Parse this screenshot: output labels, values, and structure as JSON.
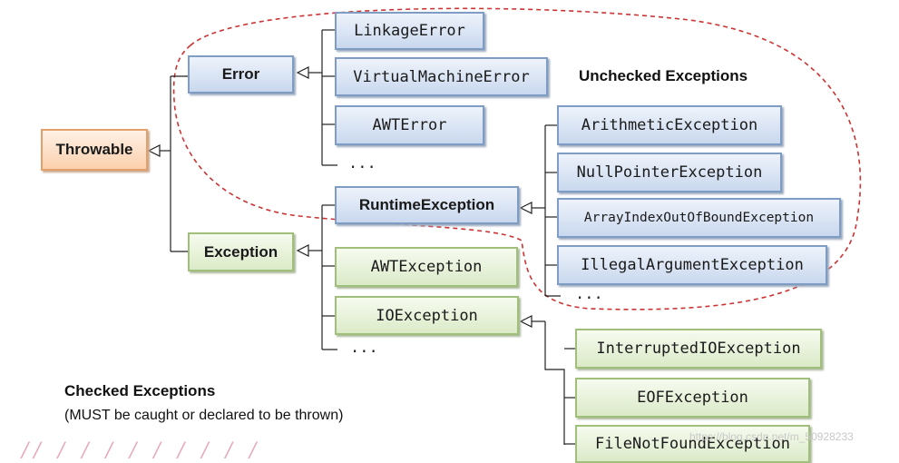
{
  "nodes": {
    "throwable": "Throwable",
    "error": "Error",
    "exception": "Exception",
    "linkage_error": "LinkageError",
    "virtual_machine_error": "VirtualMachineError",
    "awt_error": "AWTError",
    "runtime_exception": "RuntimeException",
    "awt_exception": "AWTException",
    "io_exception": "IOException",
    "arithmetic_exception": "ArithmeticException",
    "null_pointer_exception": "NullPointerException",
    "array_index_exception": "ArrayIndexOutOfBoundException",
    "illegal_argument_exception": "IllegalArgumentException",
    "interrupted_io_exception": "InterruptedIOException",
    "eof_exception": "EOFException",
    "file_not_found_exception": "FileNotFoundException"
  },
  "ellipsis": "...",
  "labels": {
    "unchecked_title": "Unchecked Exceptions",
    "checked_title": "Checked Exceptions",
    "checked_subtitle": "(MUST be caught or declared to be thrown)"
  },
  "watermark": "https://blog.csdn.net/m_50928233",
  "colors": {
    "error_branch_fill": "#c9d8ee",
    "exception_branch_fill": "#dbeac8",
    "throwable_fill": "#fbd0ad",
    "unchecked_outline": "#cc3333"
  }
}
